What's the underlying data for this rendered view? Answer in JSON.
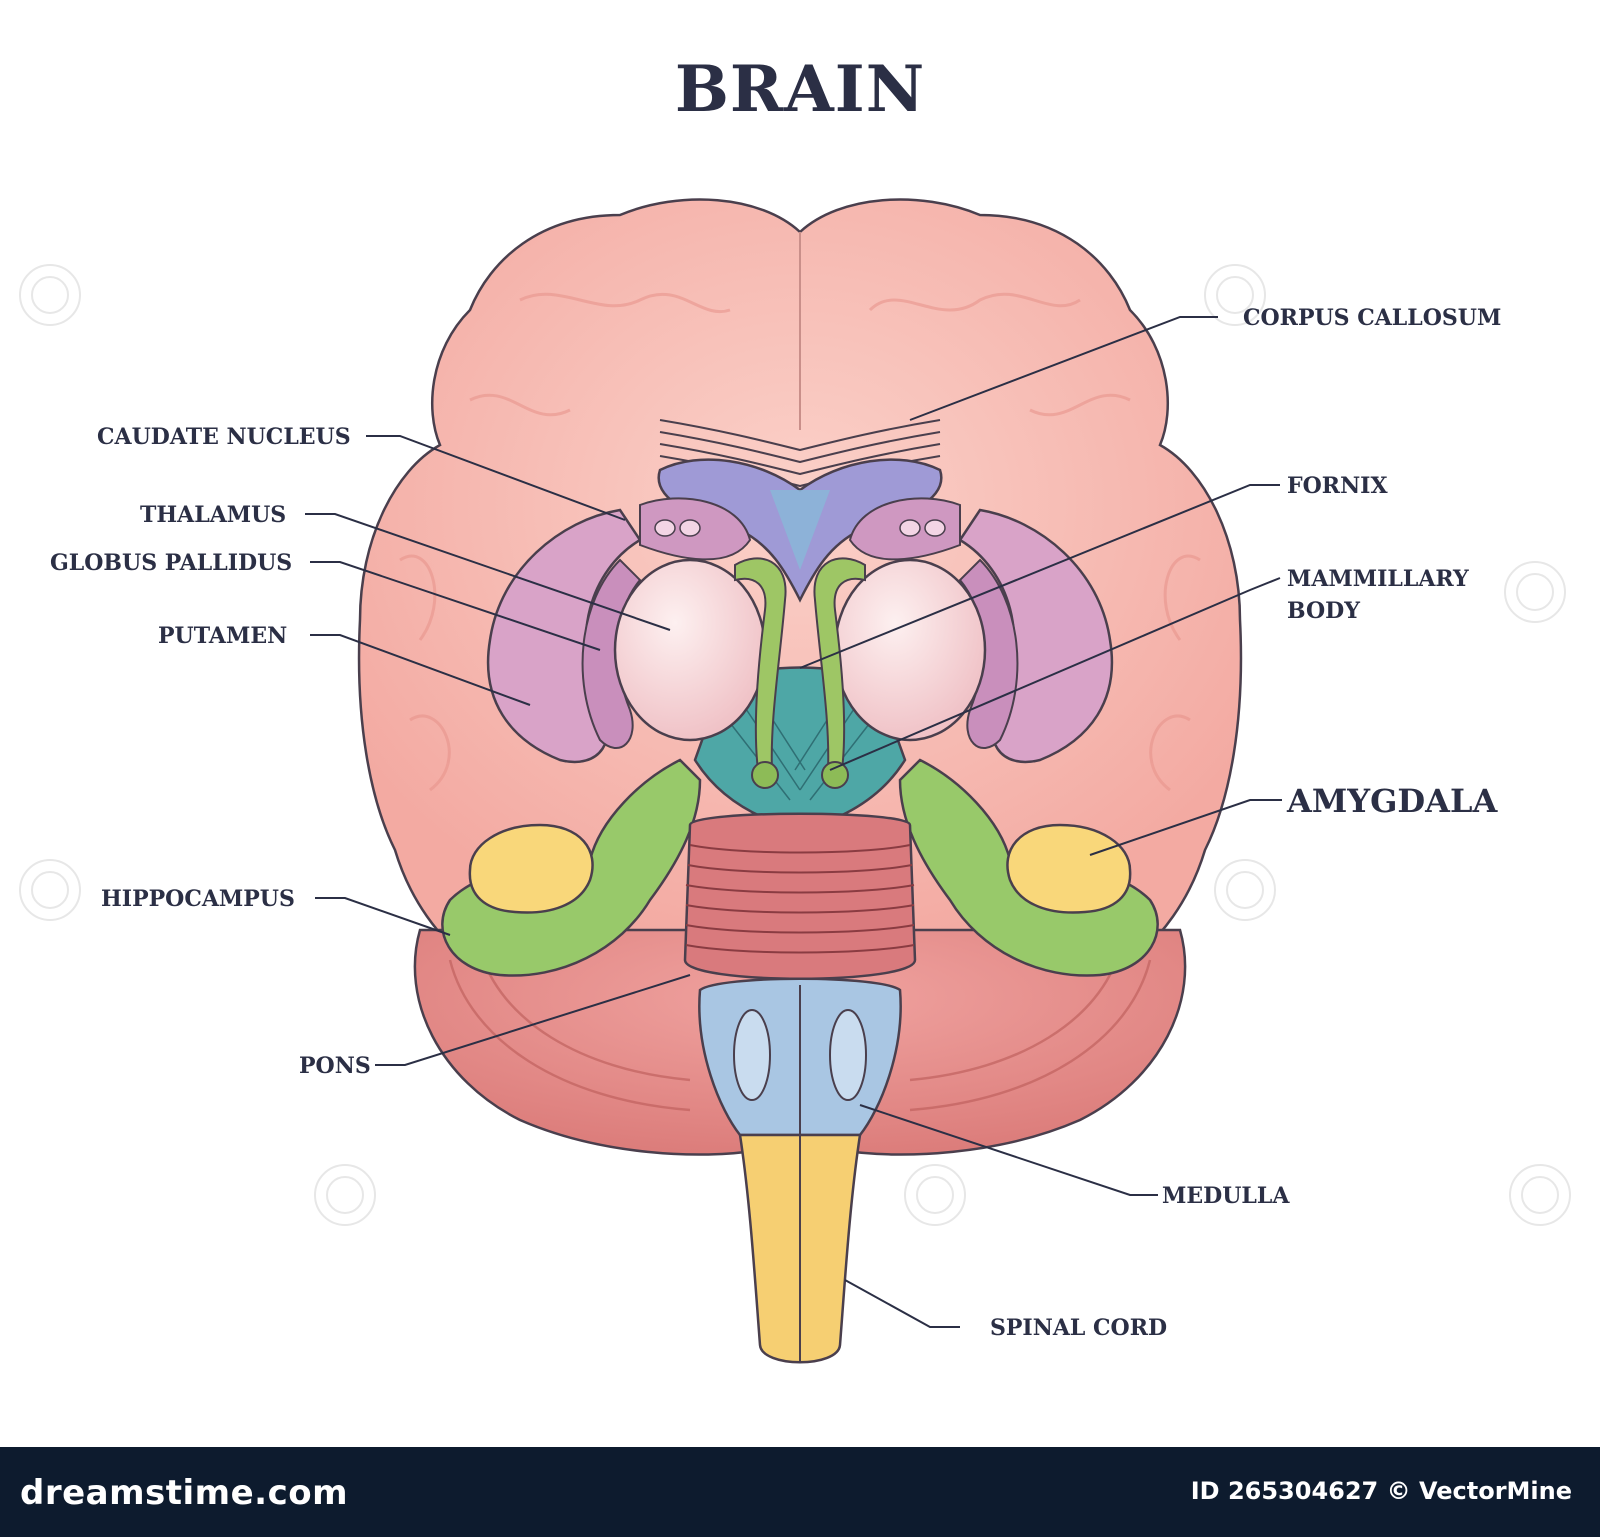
{
  "title": "BRAIN",
  "labels": {
    "corpus_callosum": "CORPUS CALLOSUM",
    "caudate_nucleus": "CAUDATE NUCLEUS",
    "fornix": "FORNIX",
    "thalamus": "THALAMUS",
    "globus_pallidus": "GLOBUS PALLIDUS",
    "mammillary_body_line1": "MAMMILLARY",
    "mammillary_body_line2": "BODY",
    "putamen": "PUTAMEN",
    "amygdala": "AMYGDALA",
    "hippocampus": "HIPPOCAMPUS",
    "pons": "PONS",
    "medulla": "MEDULLA",
    "spinal_cord": "SPINAL CORD"
  },
  "footer": {
    "brand": "dreamstime.com",
    "image_id": "ID 265304627 © VectorMine"
  },
  "colors": {
    "cerebrum": "#f6b9b0",
    "cerebellum": "#e58a87",
    "thalamus": "#f7cdd0",
    "basal_ganglia": "#d9a3c8",
    "ventricles": "#9f9ad6",
    "fornix": "#9ec665",
    "amygdala": "#f9d77a",
    "hippocampus": "#98c96a",
    "pons": "#d97a7d",
    "medulla": "#a9c6e3",
    "spinal_cord": "#f6cf72",
    "footer_bg": "#0d1b2e"
  }
}
